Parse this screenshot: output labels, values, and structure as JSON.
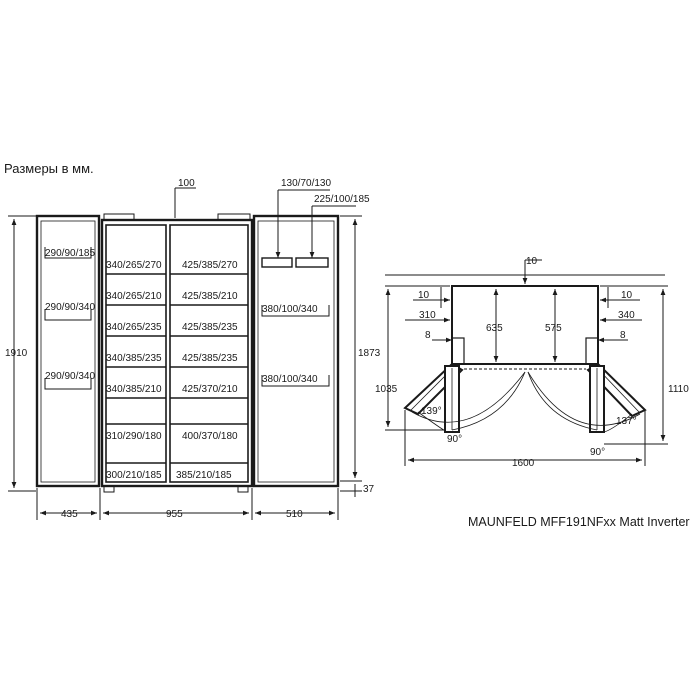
{
  "caption": "Размеры в мм.",
  "model_name": "MAUNFELD MFF191NFxx Matt Inverter",
  "front_view": {
    "top_gap": "100",
    "right_top_labels": [
      "130/70/130",
      "225/100/185"
    ],
    "left_door_shelves": [
      "290/90/185",
      "290/90/340",
      "290/90/340"
    ],
    "center_left_shelves": [
      "340/265/270",
      "340/265/210",
      "340/265/235",
      "340/385/235",
      "340/385/210",
      "310/290/180",
      "300/210/185"
    ],
    "center_right_shelves": [
      "425/385/270",
      "425/385/210",
      "425/385/235",
      "425/385/235",
      "425/370/210",
      "400/370/180",
      "385/210/185"
    ],
    "right_door_shelves": [
      "380/100/340",
      "380/100/340"
    ],
    "height_total": "1910",
    "height_body": "1873",
    "feet_height": "37",
    "width_left": "435",
    "width_center": "955",
    "width_right": "510"
  },
  "top_view": {
    "top_label": "10",
    "side_gap_left": "10",
    "side_gap_right": "10",
    "depth_1": "635",
    "depth_2": "575",
    "offset_left": "310",
    "offset_right": "340",
    "hinge_left": "8",
    "hinge_right": "8",
    "depth_left_open": "1035",
    "depth_right_open": "1110",
    "angle_left": "139°",
    "angle_right": "137°",
    "angle_left_90": "90°",
    "angle_right_90": "90°",
    "total_width": "1600"
  }
}
